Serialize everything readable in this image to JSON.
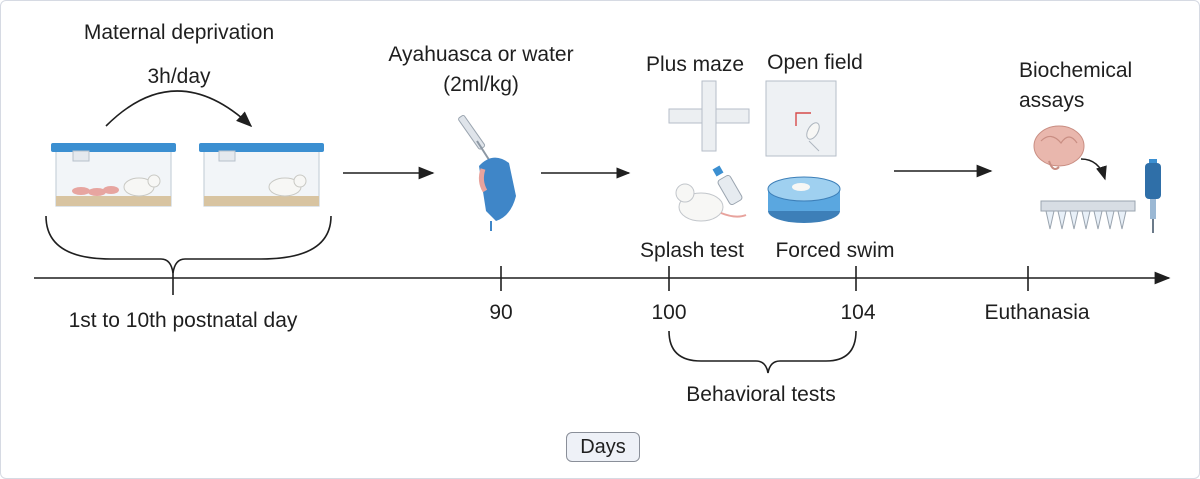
{
  "labels": {
    "maternal_deprivation": "Maternal deprivation",
    "duration": "3h/day",
    "treatment_line1": "Ayahuasca or water",
    "treatment_line2": "(2ml/kg)",
    "plus_maze": "Plus maze",
    "open_field": "Open field",
    "splash_test": "Splash test",
    "forced_swim": "Forced swim",
    "biochemical_line1": "Biochemical",
    "biochemical_line2": "assays",
    "behavioral_tests": "Behavioral tests"
  },
  "timeline": {
    "ticks": [
      "1st to 10th postnatal day",
      "90",
      "100",
      "104",
      "Euthanasia"
    ],
    "unit_button": "Days"
  },
  "icons": [
    "mouse-cage-icon",
    "syringe-hand-icon",
    "plus-maze-icon",
    "open-field-icon",
    "mouse-spray-icon",
    "swim-tank-icon",
    "brain-icon",
    "tube-rack-icon",
    "pipette-icon"
  ],
  "colors": {
    "cage_lid": "#3b8fd1",
    "glove": "#3f86c8",
    "water": "#5aa7e0",
    "axis": "#1f1f1f"
  }
}
